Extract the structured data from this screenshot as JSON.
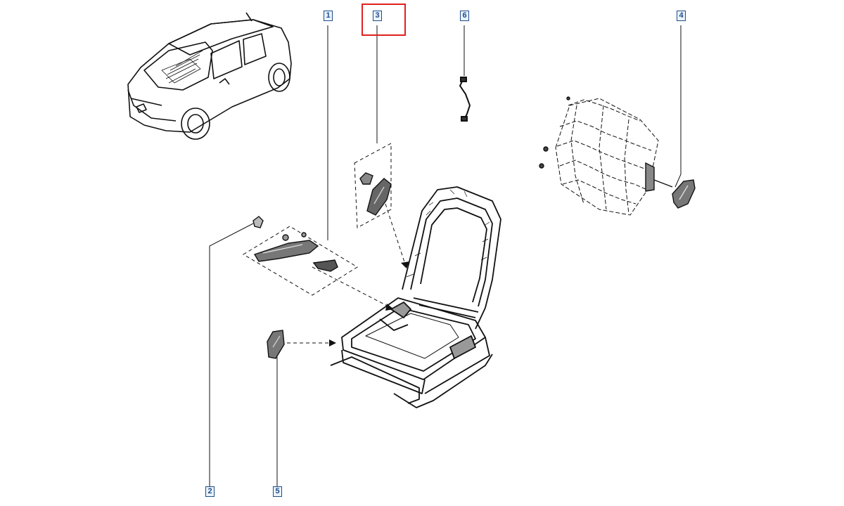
{
  "diagram": {
    "callouts": [
      {
        "label": "1",
        "part": "seat-frame-assembly"
      },
      {
        "label": "2",
        "part": "clip"
      },
      {
        "label": "3",
        "part": "lumbar-adjuster-handle-kit"
      },
      {
        "label": "4",
        "part": "backrest-recliner-handle"
      },
      {
        "label": "5",
        "part": "seat-side-trim-cover"
      },
      {
        "label": "6",
        "part": "wiring-harness"
      }
    ],
    "selected_callout": "3",
    "colors": {
      "line": "#111111",
      "callout_border": "#1f4e8c",
      "callout_fill": "#eaf2fb",
      "highlight": "#e02020"
    }
  }
}
